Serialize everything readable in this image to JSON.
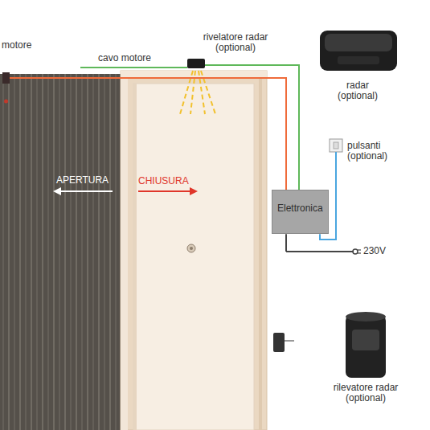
{
  "diagram": {
    "nodes": [
      {
        "text": [
          "motore"
        ]
      },
      {
        "text": [
          "rivelatore radar (optional)"
        ]
      },
      {
        "text": [
          "radar (optional)"
        ]
      },
      {
        "text": [
          "pulsanti (optional)"
        ]
      },
      {
        "text": [
          "Elettronica"
        ]
      },
      {
        "text": [
          "rilevatore radar (optional)"
        ]
      }
    ],
    "edges": [
      {
        "from": 0,
        "to": 4,
        "arrow": "none"
      },
      {
        "from": 1,
        "to": 4,
        "arrow": "none"
      },
      {
        "from": 3,
        "to": 4,
        "arrow": "none"
      }
    ],
    "labels": [
      "cavo motore",
      "APERTURA",
      "CHIUSURA",
      "230V"
    ]
  }
}
